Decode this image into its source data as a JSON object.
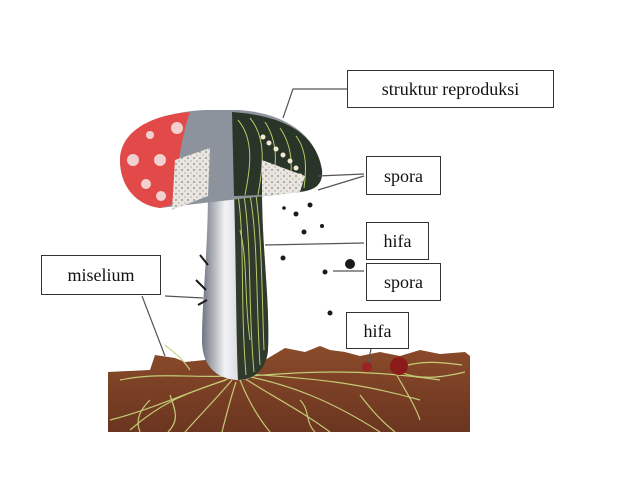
{
  "labels": {
    "struktur_reproduksi": "struktur reproduksi",
    "spora_top": "spora",
    "hifa_top": "hifa",
    "spora_bottom": "spora",
    "hifa_bottom": "hifa",
    "miselium": "miselium"
  },
  "colors": {
    "cap_red": "#e24a4a",
    "soil": "#7a3f23",
    "hyphae": "#c8d27a",
    "stalk_inner": "#2f3a2c",
    "spore_dot": "#1a1a1a"
  }
}
